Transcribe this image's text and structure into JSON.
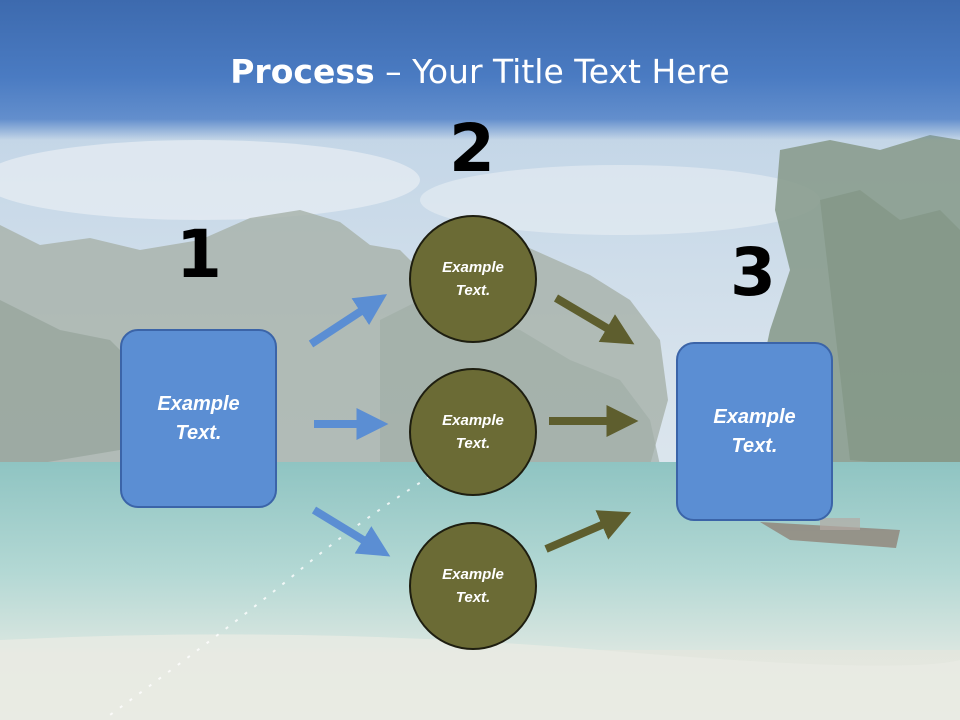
{
  "title": {
    "bold": "Process",
    "dash": " – ",
    "rest": "Your Title Text Here"
  },
  "steps": [
    {
      "number": "1",
      "label": "Example\nText."
    },
    {
      "number": "2",
      "label": "Example\nText."
    },
    {
      "number": "3",
      "label": "Example\nText."
    }
  ],
  "circles": [
    {
      "label": "Example\nText."
    },
    {
      "label": "Example\nText."
    },
    {
      "label": "Example\nText."
    }
  ],
  "colors": {
    "title_bar": "#4a7bc2",
    "box_fill": "#5b8ed3",
    "circle_fill": "#6b6b35",
    "arrow_blue": "#5b8ed3",
    "arrow_olive": "#5e5e2e"
  },
  "background": "tropical beach with limestone cliffs (photo)"
}
